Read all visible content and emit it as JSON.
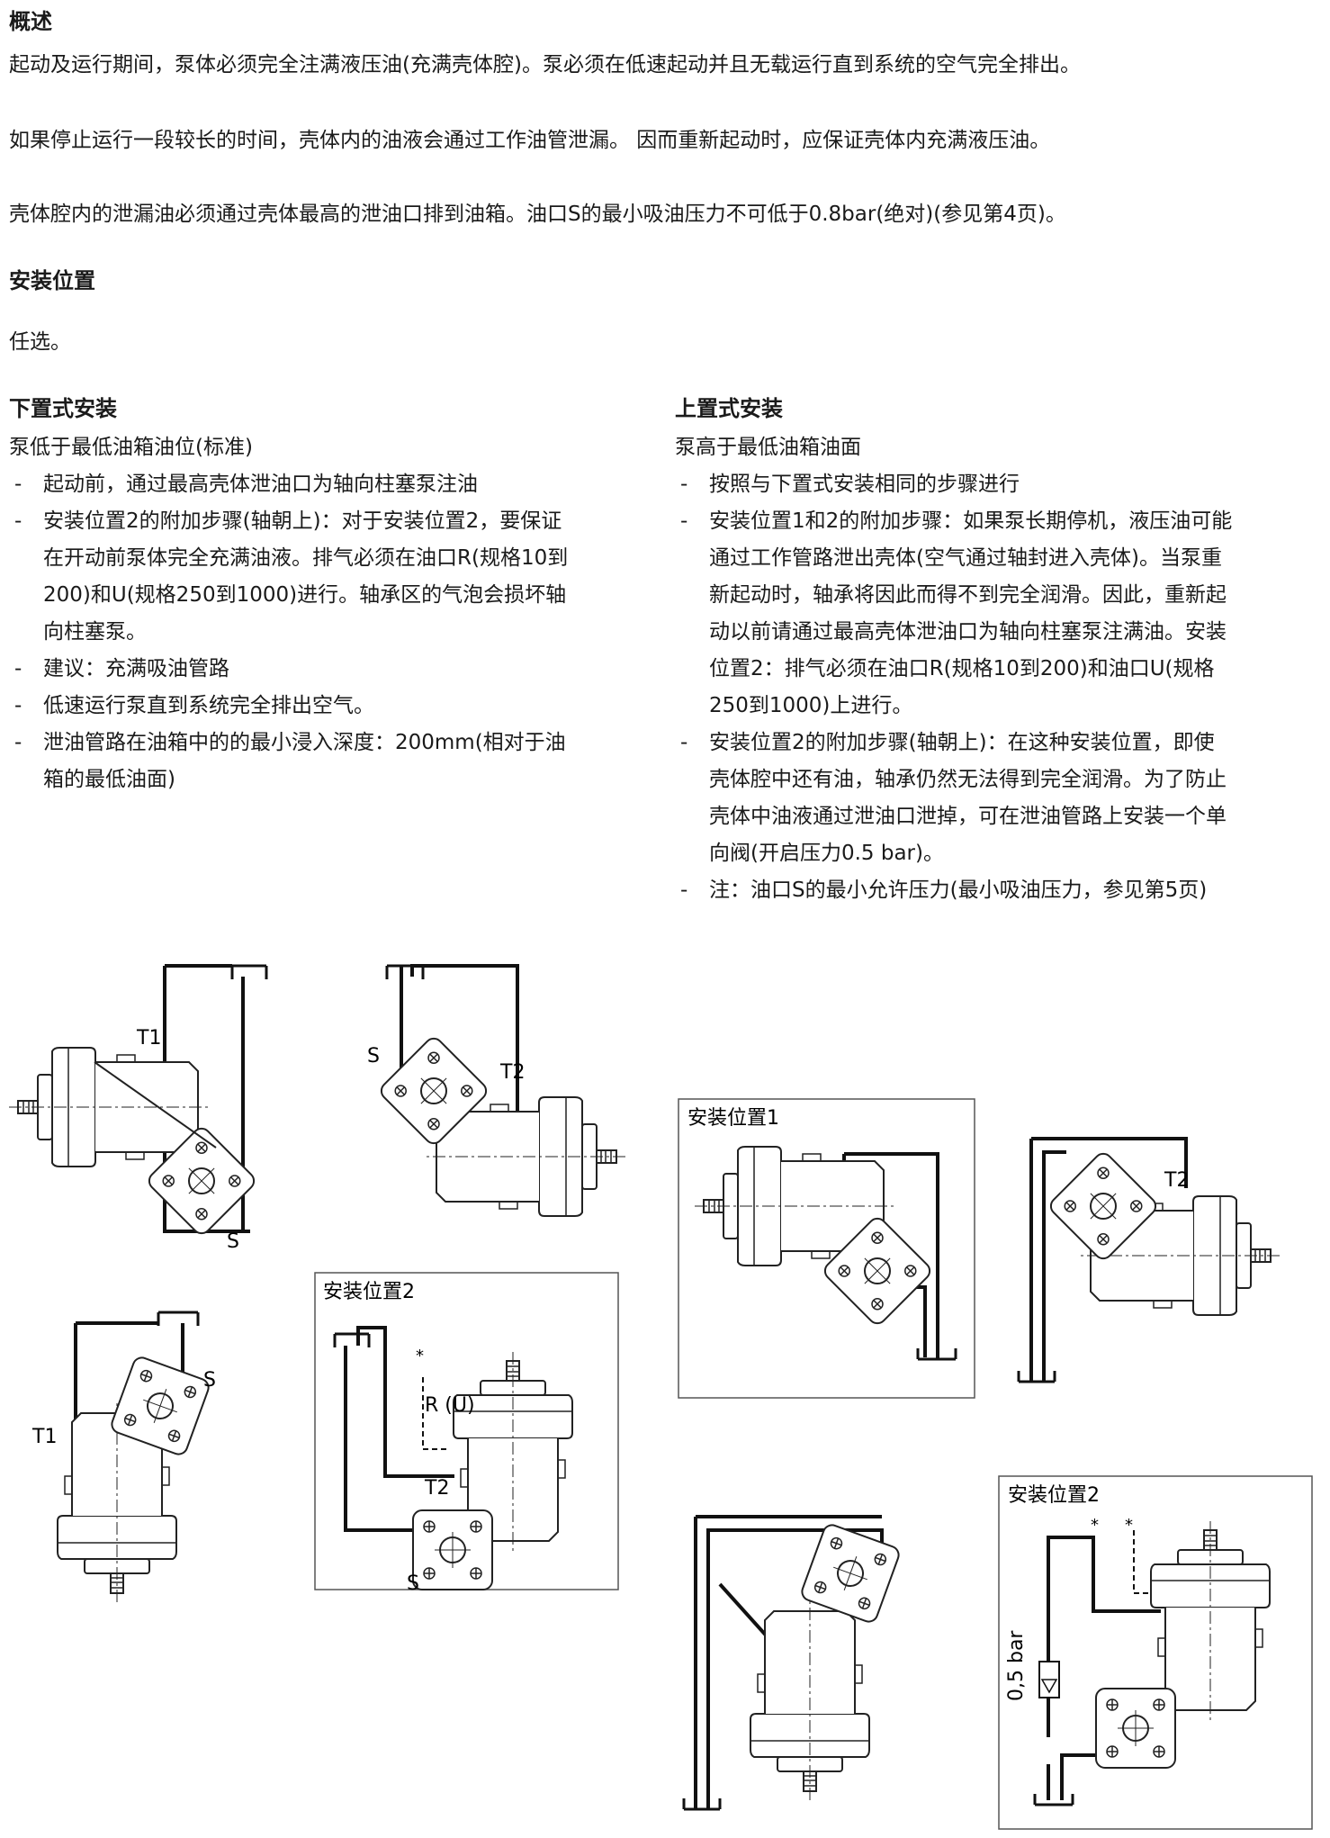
{
  "overview": {
    "heading": "概述",
    "p1": "起动及运行期间，泵体必须完全注满液压油(充满壳体腔)。泵必须在低速起动并且无载运行直到系统的空气完全排出。",
    "p2": "如果停止运行一段较长的时间，壳体内的油液会通过工作油管泄漏。 因而重新起动时，应保证壳体内充满液压油。",
    "p3": "壳体腔内的泄漏油必须通过壳体最高的泄油口排到油箱。油口S的最小吸油压力不可低于0.8bar(绝对)(参见第4页)。"
  },
  "position": {
    "heading": "安装位置",
    "text": "任选。"
  },
  "below": {
    "heading": "下置式安装",
    "sub": "泵低于最低油箱油位(标准)",
    "items": [
      [
        "起动前，通过最高壳体泄油口为轴向柱塞泵注油"
      ],
      [
        "安装位置2的附加步骤(轴朝上)：对于安装位置2，要保证",
        "在开动前泵体完全充满油液。排气必须在油口R(规格10到",
        "200)和U(规格250到1000)进行。轴承区的气泡会损坏轴",
        "向柱塞泵。"
      ],
      [
        "建议：充满吸油管路"
      ],
      [
        "低速运行泵直到系统完全排出空气。"
      ],
      [
        "泄油管路在油箱中的的最小浸入深度：200mm(相对于油",
        "箱的最低油面)"
      ]
    ]
  },
  "above": {
    "heading": "上置式安装",
    "sub": "泵高于最低油箱油面",
    "items": [
      [
        "按照与下置式安装相同的步骤进行"
      ],
      [
        "安装位置1和2的附加步骤：如果泵长期停机，液压油可能",
        "通过工作管路泄出壳体(空气通过轴封进入壳体)。当泵重",
        "新起动时，轴承将因此而得不到完全润滑。因此，重新起",
        "动以前请通过最高壳体泄油口为轴向柱塞泵注满油。安装",
        "位置2：排气必须在油口R(规格10到200)和油口U(规格",
        "250到1000)上进行。"
      ],
      [
        "安装位置2的附加步骤(轴朝上)：在这种安装位置，即使",
        "壳体腔中还有油，轴承仍然无法得到完全润滑。为了防止",
        "壳体中油液通过泄油口泄掉，可在泄油管路上安装一个单",
        "向阀(开启压力0.5 bar)。"
      ],
      [
        "注：油口S的最小允许压力(最小吸油压力，参见第5页)"
      ]
    ]
  },
  "diagram": {
    "box1_title": "安装位置1",
    "box2_title": "安装位置2",
    "box3_title": "安装位置2",
    "label_t1": "T1",
    "label_t2": "T2",
    "label_s": "S",
    "label_ru": "R (U)",
    "label_star": "*",
    "label_bar": "0,5 bar"
  }
}
